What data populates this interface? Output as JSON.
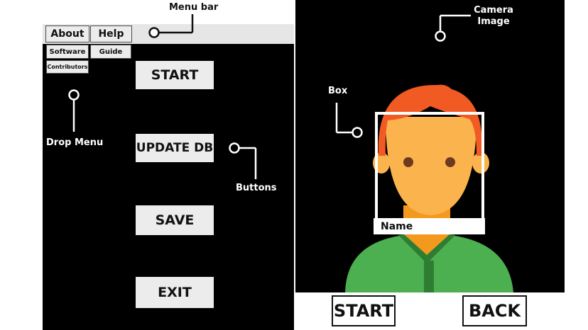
{
  "menubar": {
    "items": [
      {
        "label": "About",
        "dropdown": [
          "Software",
          "Contributors"
        ]
      },
      {
        "label": "Help",
        "dropdown": [
          "Guide"
        ]
      }
    ]
  },
  "buttons": [
    "START",
    "UPDATE DB",
    "SAVE",
    "EXIT"
  ],
  "camera": {
    "name_label": "Name",
    "bottom_buttons": [
      "START",
      "BACK"
    ]
  },
  "annotations": {
    "menu_bar": "Menu bar",
    "camera_image": "Camera Image",
    "box": "Box",
    "drop_menu": "Drop Menu",
    "buttons": "Buttons"
  },
  "colors": {
    "panel": "#000000",
    "button_face": "#ececec",
    "hair": "#f25a23",
    "skin": "#fbb34d",
    "neck": "#f39a1e",
    "shirt": "#4caf50",
    "shirt_dark": "#2e7d32",
    "eyes": "#6b3a1f"
  }
}
